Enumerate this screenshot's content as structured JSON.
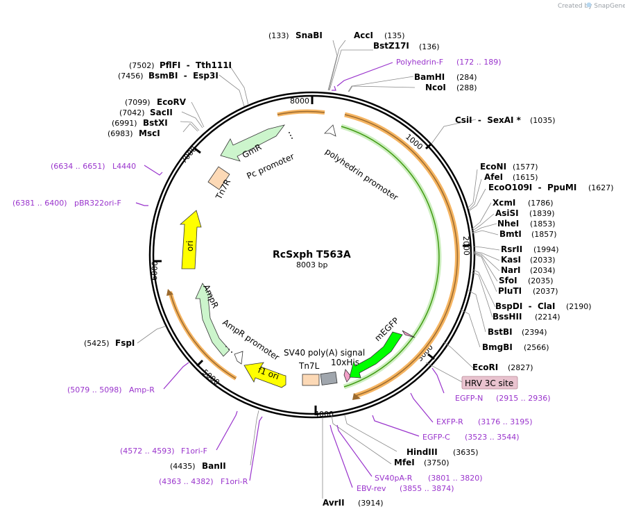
{
  "map": {
    "title": "RcSxph T563A",
    "length_label": "8003 bp",
    "total_bp": 8003,
    "watermark": "Created by SnapGene"
  },
  "ticks": [
    "1000",
    "2000",
    "3000",
    "4000",
    "5000",
    "6000",
    "7000",
    "8000"
  ],
  "sites": [
    {
      "name": "SnaBI",
      "pos": "(133)"
    },
    {
      "name": "AccI",
      "pos": "(135)"
    },
    {
      "name": "BstZ17I",
      "pos": "(136)"
    },
    {
      "name": "BamHI",
      "pos": "(284)"
    },
    {
      "name": "NcoI",
      "pos": "(288)"
    },
    {
      "name": "CsiI  -  SexAI *",
      "pos": "(1035)"
    },
    {
      "name": "EcoNI",
      "pos": "(1577)"
    },
    {
      "name": "AfeI",
      "pos": "(1615)"
    },
    {
      "name": "EcoO109I  -  PpuMI",
      "pos": "(1627)"
    },
    {
      "name": "XcmI",
      "pos": "(1786)"
    },
    {
      "name": "AsiSI",
      "pos": "(1839)"
    },
    {
      "name": "NheI",
      "pos": "(1853)"
    },
    {
      "name": "BmtI",
      "pos": "(1857)"
    },
    {
      "name": "RsrII",
      "pos": "(1994)"
    },
    {
      "name": "KasI",
      "pos": "(2033)"
    },
    {
      "name": "NarI",
      "pos": "(2034)"
    },
    {
      "name": "SfoI",
      "pos": "(2035)"
    },
    {
      "name": "PluTI",
      "pos": "(2037)"
    },
    {
      "name": "BspDI  -  ClaI",
      "pos": "(2190)"
    },
    {
      "name": "BssHII",
      "pos": "(2214)"
    },
    {
      "name": "BstBI",
      "pos": "(2394)"
    },
    {
      "name": "BmgBI",
      "pos": "(2566)"
    },
    {
      "name": "EcoRI",
      "pos": "(2827)"
    },
    {
      "name": "HindIII",
      "pos": "(3635)"
    },
    {
      "name": "MfeI",
      "pos": "(3750)"
    },
    {
      "name": "AvrII",
      "pos": "(3914)"
    },
    {
      "name": "BanII",
      "pos": "(4435)"
    },
    {
      "name": "FspI",
      "pos": "(5425)"
    },
    {
      "name": "MscI",
      "pos": "(6983)"
    },
    {
      "name": "BstXI",
      "pos": "(6991)"
    },
    {
      "name": "SacII",
      "pos": "(7042)"
    },
    {
      "name": "EcoRV",
      "pos": "(7099)"
    },
    {
      "name": "BsmBI  -  Esp3I",
      "pos": "(7456)"
    },
    {
      "name": "PflFI  -  Tth111I",
      "pos": "(7502)"
    }
  ],
  "primers": [
    {
      "name": "Polyhedrin-F",
      "range": "(172 .. 189)"
    },
    {
      "name": "EGFP-N",
      "range": "(2915 .. 2936)"
    },
    {
      "name": "EXFP-R",
      "range": "(3176 .. 3195)"
    },
    {
      "name": "EGFP-C",
      "range": "(3523 .. 3544)"
    },
    {
      "name": "SV40pA-R",
      "range": "(3801 .. 3820)"
    },
    {
      "name": "EBV-rev",
      "range": "(3855 .. 3874)"
    },
    {
      "name": "F1ori-R",
      "range": "(4363 .. 4382)"
    },
    {
      "name": "F1ori-F",
      "range": "(4572 .. 4593)"
    },
    {
      "name": "Amp-R",
      "range": "(5079 .. 5098)"
    },
    {
      "name": "pBR322ori-F",
      "range": "(6381 .. 6400)"
    },
    {
      "name": "L4440",
      "range": "(6634 .. 6651)"
    }
  ],
  "features": {
    "hrv3c": "HRV 3C site",
    "gmr": "GmR",
    "pc_promoter": "Pc promoter",
    "tn7r": "Tn7R",
    "polyhedrin_promoter": "polyhedrin promoter",
    "ori": "ori",
    "ampr": "AmpR",
    "ampr_promoter": "AmpR promoter",
    "f1_ori": "f1 ori",
    "tn7l": "Tn7L",
    "sv40": "SV40 poly(A) signal",
    "his": "10xHis",
    "megfp": "mEGFP"
  },
  "colors": {
    "primer": "#9933cc",
    "megfp": "#00ff00",
    "ori": "#ffff00",
    "ampr": "#ccf5cc",
    "tn7": "#fcd9b6",
    "his": "#a0a6ad",
    "orf_orange": "#f5b461",
    "orf_green": "#5fbf1a",
    "hrv3c_bg": "#e9c3cf"
  }
}
